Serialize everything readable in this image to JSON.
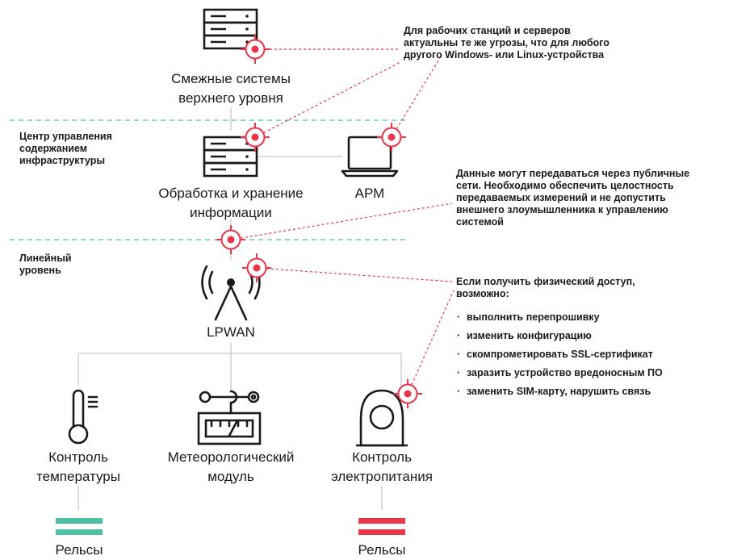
{
  "zones": {
    "center": "Центр управления\nсодержанием\nинфраструктуры",
    "linear": "Линейный\nуровень"
  },
  "nodes": {
    "top_systems": "Смежные системы\nверхнего уровня",
    "processing": "Обработка и хранение\nинформации",
    "arm": "АРМ",
    "lpwan": "LPWAN",
    "temp": "Контроль\nтемпературы",
    "meteo": "Метеорологический\nмодуль",
    "power": "Контроль\nэлектропитания",
    "rails_left": "Рельсы",
    "rails_right": "Рельсы"
  },
  "notes": {
    "threats": "Для рабочих станций и серверов\nактуальны те же угрозы, что для любого\nдругого Windows- или Linux-устройства",
    "network": "Данные могут передаваться через публичные\nсети. Необходимо обеспечить целостность\nпередаваемых измерений и не допустить\nвнешнего злоумышленника к управлению\nсистемой",
    "physical_title": "Если получить физический  доступ,\nвозможно:",
    "physical_items": [
      "выполнить перепрошивку",
      "изменить конфигурацию",
      "скомпрометировать SSL-сертификат",
      "заразить устройство вредоносным ПО",
      "заменить SIM-карту,  нарушить связь"
    ]
  },
  "colors": {
    "accent_red": "#e8364a",
    "teal": "#4cc0a4",
    "dark": "#1a1a1a",
    "line_gray": "#c8c8c8"
  },
  "icons": {
    "server": "server-rack-icon",
    "laptop": "laptop-icon",
    "antenna": "antenna-icon",
    "thermometer": "thermometer-icon",
    "anemometer": "anemometer-icon",
    "current_sensor": "current-sensor-icon",
    "target": "target-icon"
  }
}
